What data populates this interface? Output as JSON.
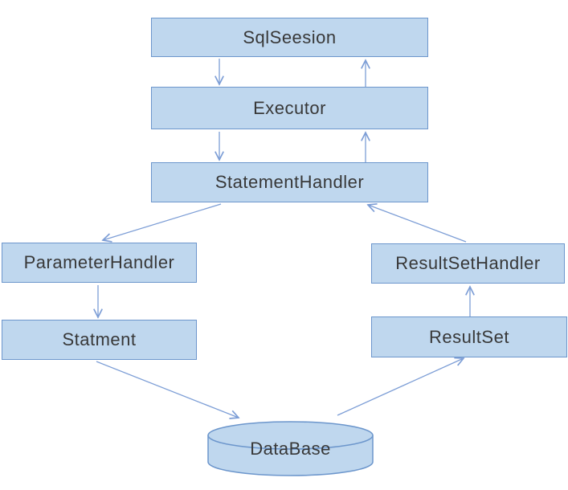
{
  "diagram": {
    "type": "flowchart",
    "background": "#ffffff",
    "colors": {
      "node_fill": "#bfd7ee",
      "node_border": "#6c96cc",
      "arrow": "#7d9ed6",
      "text": "#383838"
    },
    "nodes": {
      "sqlsession": {
        "label": "SqlSeesion",
        "shape": "rectangle"
      },
      "executor": {
        "label": "Executor",
        "shape": "rectangle"
      },
      "statement_handler": {
        "label": "StatementHandler",
        "shape": "rectangle"
      },
      "parameter_handler": {
        "label": "ParameterHandler",
        "shape": "rectangle"
      },
      "statment": {
        "label": "Statment",
        "shape": "rectangle"
      },
      "resultset_handler": {
        "label": "ResultSetHandler",
        "shape": "rectangle"
      },
      "resultset": {
        "label": "ResultSet",
        "shape": "rectangle"
      },
      "database": {
        "label": "DataBase",
        "shape": "cylinder"
      }
    },
    "edges": [
      {
        "from": "SqlSeesion",
        "to": "Executor",
        "direction": "down"
      },
      {
        "from": "Executor",
        "to": "SqlSeesion",
        "direction": "up"
      },
      {
        "from": "Executor",
        "to": "StatementHandler",
        "direction": "down"
      },
      {
        "from": "StatementHandler",
        "to": "Executor",
        "direction": "up"
      },
      {
        "from": "StatementHandler",
        "to": "ParameterHandler",
        "direction": "diagonal-down-left"
      },
      {
        "from": "ParameterHandler",
        "to": "Statment",
        "direction": "down"
      },
      {
        "from": "Statment",
        "to": "DataBase",
        "direction": "diagonal-down-right"
      },
      {
        "from": "DataBase",
        "to": "ResultSet",
        "direction": "diagonal-up-right"
      },
      {
        "from": "ResultSet",
        "to": "ResultSetHandler",
        "direction": "up"
      },
      {
        "from": "ResultSetHandler",
        "to": "StatementHandler",
        "direction": "diagonal-up-left"
      }
    ]
  }
}
